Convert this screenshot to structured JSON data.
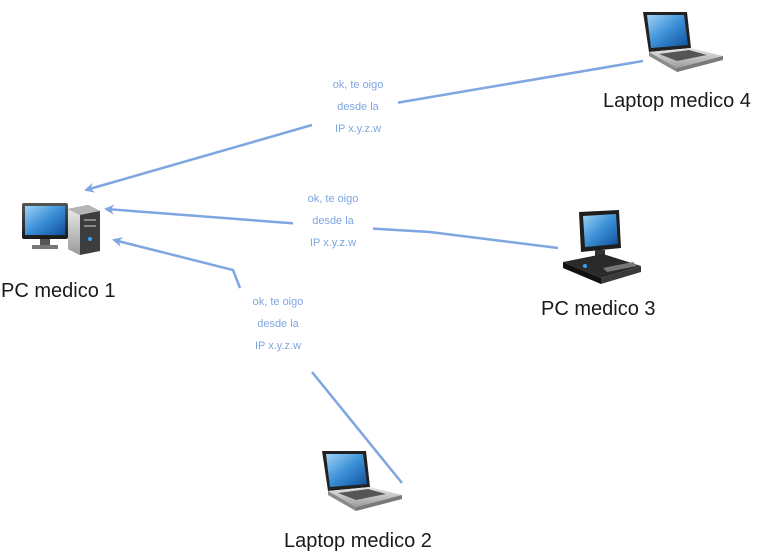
{
  "colors": {
    "edge": "#7ea6e0",
    "label_text": "#7ea6e0",
    "node_text": "#1a1a1a"
  },
  "nodes": {
    "pc1": {
      "label": "PC medico 1",
      "icon": "desktop-tower-icon"
    },
    "laptop2": {
      "label": "Laptop medico 2",
      "icon": "laptop-icon"
    },
    "pc3": {
      "label": "PC medico 3",
      "icon": "desktop-workstation-icon"
    },
    "laptop4": {
      "label": "Laptop medico 4",
      "icon": "laptop-icon"
    }
  },
  "edges": [
    {
      "from": "laptop4",
      "to": "pc1",
      "lines": [
        "ok, te oigo",
        "desde la",
        "IP x.y.z.w"
      ]
    },
    {
      "from": "pc3",
      "to": "pc1",
      "lines": [
        "ok, te oigo",
        "desde la",
        "IP x.y.z.w"
      ]
    },
    {
      "from": "laptop2",
      "to": "pc1",
      "lines": [
        "ok, te oigo",
        "desde la",
        "IP x.y.z.w"
      ]
    }
  ]
}
